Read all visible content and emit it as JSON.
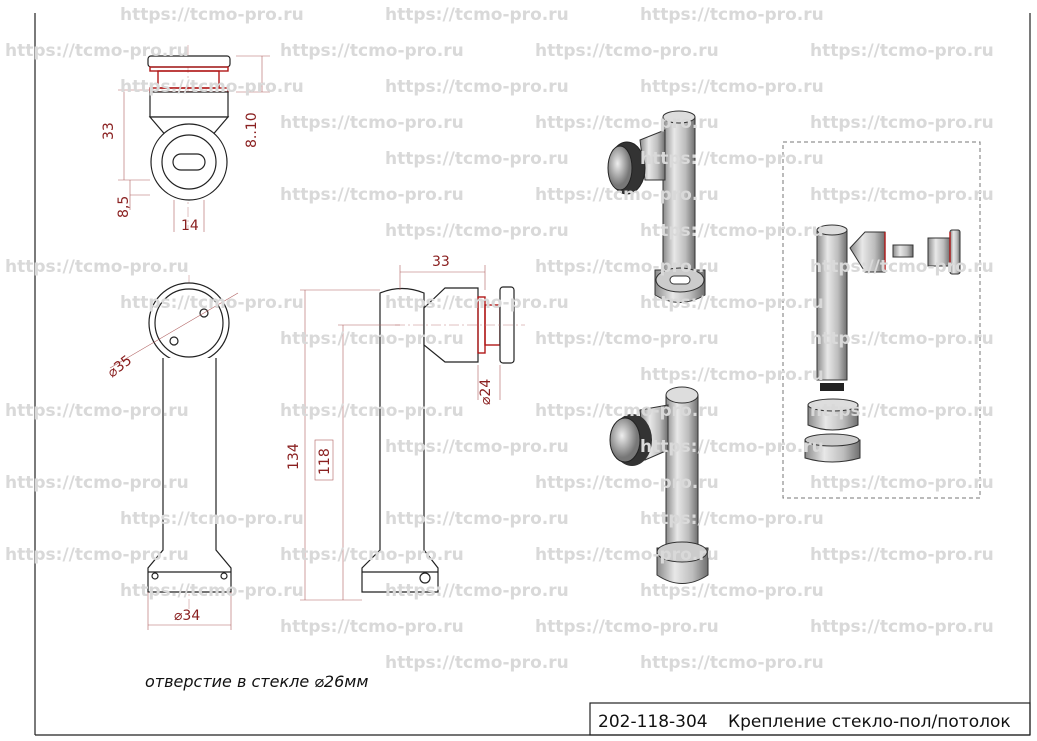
{
  "watermark": "https://tcmo-pro.ru",
  "dimensions": {
    "top_height": "33",
    "top_adjust": "8..10",
    "top_offset": "8,5",
    "top_slot": "14",
    "tube_diameter": "⌀35",
    "base_diameter": "⌀34",
    "side_depth": "33",
    "total_height": "134",
    "inner_height": "118",
    "clamp_diameter": "⌀24"
  },
  "note": "отверстие в стекле ⌀26мм",
  "title_block": {
    "code": "202-118-304",
    "name": "Крепление стекло-пол/потолок"
  }
}
